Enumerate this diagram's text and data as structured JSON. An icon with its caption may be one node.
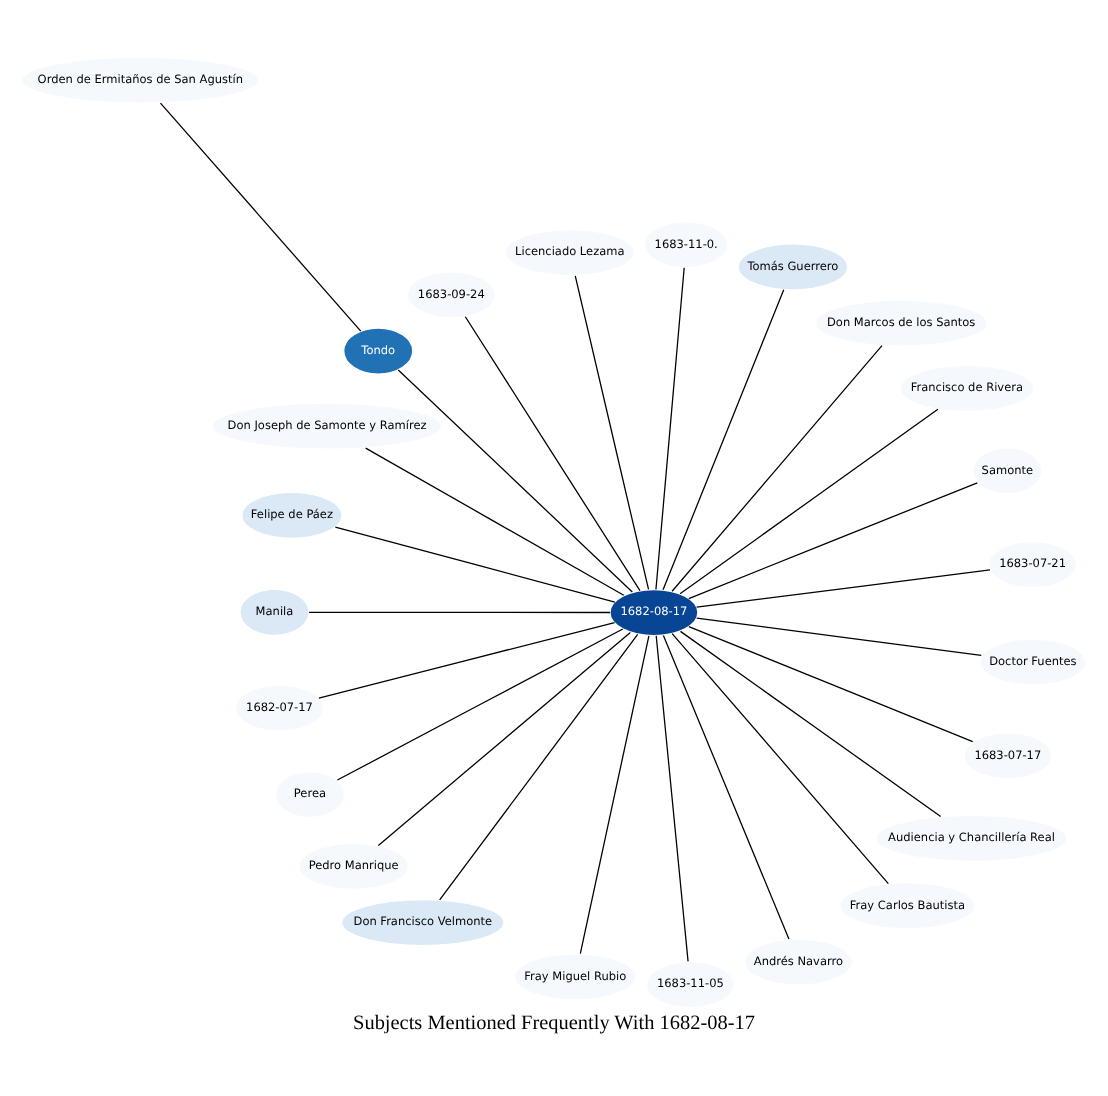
{
  "diagram": {
    "title": "Subjects Mentioned Frequently With 1682-08-17",
    "nodes": [
      {
        "text": [
          "1683-07-21"
        ]
      },
      {
        "text": [
          "Samonte"
        ]
      },
      {
        "text": [
          "Orden de Ermitaños de San Agustín"
        ]
      },
      {
        "text": [
          "Francisco de Rivera"
        ]
      },
      {
        "text": [
          "Don Marcos de los Santos"
        ]
      },
      {
        "text": [
          "Tomás Guerrero"
        ]
      },
      {
        "text": [
          "1683-11-0."
        ]
      },
      {
        "text": [
          "Licenciado Lezama"
        ]
      },
      {
        "text": [
          "1683-09-24"
        ]
      },
      {
        "text": [
          "Tondo"
        ]
      },
      {
        "text": [
          "Don Joseph de Samonte y Ramírez"
        ]
      },
      {
        "text": [
          "Felipe de Páez"
        ]
      },
      {
        "text": [
          "Manila"
        ]
      },
      {
        "text": [
          "1682-08-17"
        ]
      },
      {
        "text": [
          "1682-07-17"
        ]
      },
      {
        "text": [
          "Perea"
        ]
      },
      {
        "text": [
          "Pedro Manrique"
        ]
      },
      {
        "text": [
          "Don Francisco Velmonte"
        ]
      },
      {
        "text": [
          "Fray Miguel Rubio"
        ]
      },
      {
        "text": [
          "1683-11-05"
        ]
      },
      {
        "text": [
          "Andrés Navarro"
        ]
      },
      {
        "text": [
          "Fray Carlos Bautista"
        ]
      },
      {
        "text": [
          "Audiencia y Chancillería Real"
        ]
      },
      {
        "text": [
          "1683-07-17"
        ]
      },
      {
        "text": [
          "Doctor Fuentes"
        ]
      }
    ],
    "edges": [
      {
        "from": 13,
        "to": 9,
        "arrow": "none"
      },
      {
        "from": 13,
        "to": 0,
        "arrow": "none"
      },
      {
        "from": 13,
        "to": 1,
        "arrow": "none"
      },
      {
        "from": 9,
        "to": 2,
        "arrow": "none"
      },
      {
        "from": 13,
        "to": 3,
        "arrow": "none"
      },
      {
        "from": 13,
        "to": 4,
        "arrow": "none"
      },
      {
        "from": 13,
        "to": 5,
        "arrow": "none"
      },
      {
        "from": 13,
        "to": 6,
        "arrow": "none"
      },
      {
        "from": 13,
        "to": 7,
        "arrow": "none"
      },
      {
        "from": 13,
        "to": 8,
        "arrow": "none"
      },
      {
        "from": 13,
        "to": 10,
        "arrow": "none"
      },
      {
        "from": 13,
        "to": 11,
        "arrow": "none"
      },
      {
        "from": 13,
        "to": 12,
        "arrow": "none"
      },
      {
        "from": 13,
        "to": 14,
        "arrow": "none"
      },
      {
        "from": 13,
        "to": 15,
        "arrow": "none"
      },
      {
        "from": 13,
        "to": 16,
        "arrow": "none"
      },
      {
        "from": 13,
        "to": 17,
        "arrow": "none"
      },
      {
        "from": 13,
        "to": 18,
        "arrow": "none"
      },
      {
        "from": 13,
        "to": 19,
        "arrow": "none"
      },
      {
        "from": 13,
        "to": 20,
        "arrow": "none"
      },
      {
        "from": 13,
        "to": 21,
        "arrow": "none"
      },
      {
        "from": 13,
        "to": 22,
        "arrow": "none"
      },
      {
        "from": 13,
        "to": 23,
        "arrow": "none"
      },
      {
        "from": 13,
        "to": 24,
        "arrow": "none"
      }
    ]
  }
}
